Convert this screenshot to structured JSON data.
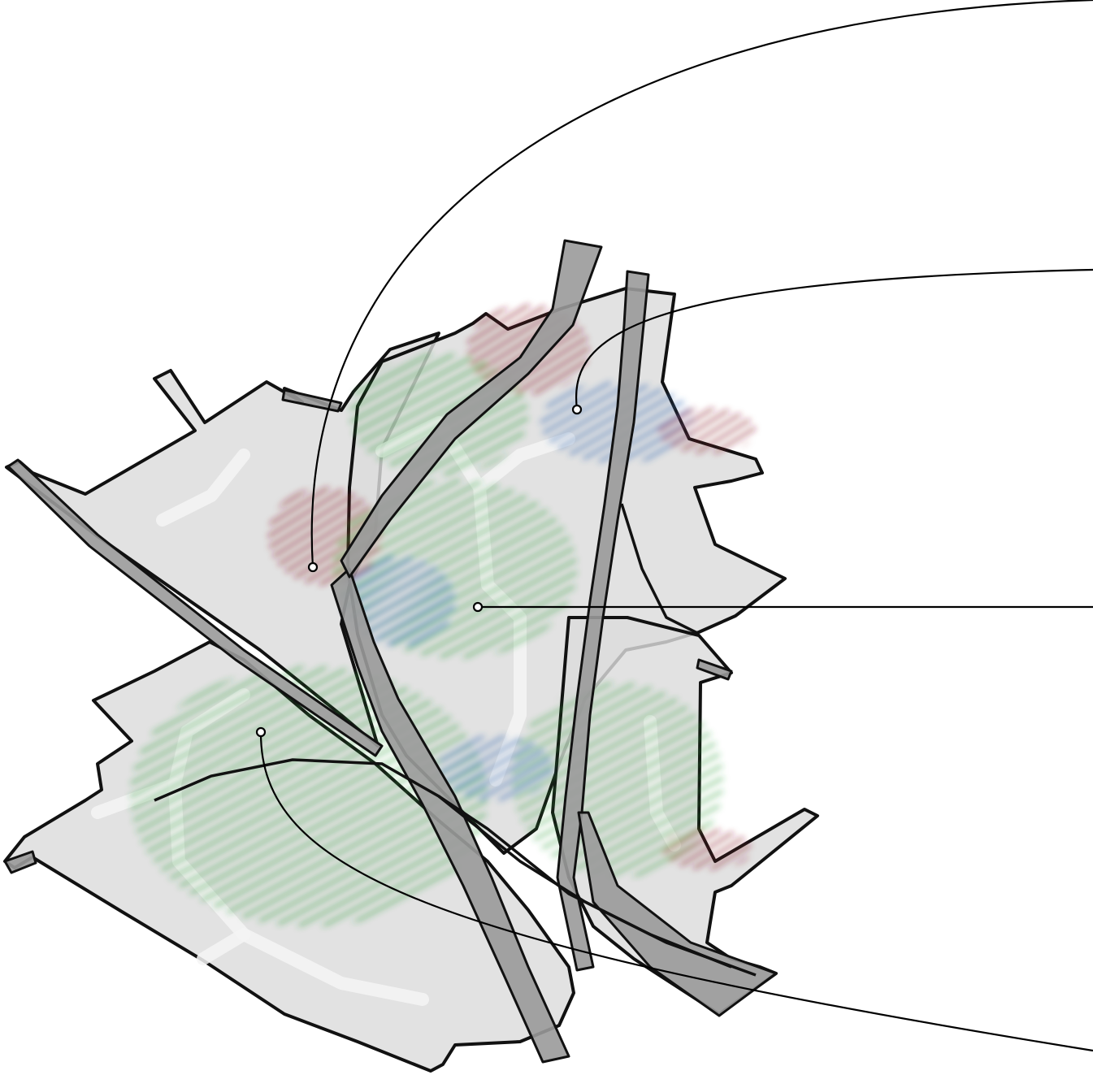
{
  "diagram": {
    "colors": {
      "background": "#ffffff",
      "plate": "#dcdcdc",
      "plate_outline": "#111111",
      "strip": "#9a9a9a",
      "road": "#f4f4f4",
      "contour_green": "#2f9e3a",
      "contour_blue": "#3a6db5",
      "contour_red": "#8e1f2a",
      "leader": "#000000"
    },
    "plates": [
      {
        "name": "lower-plate"
      },
      {
        "name": "middle-left-plate"
      },
      {
        "name": "upper-plate"
      },
      {
        "name": "right-plate"
      }
    ],
    "strips": [
      {
        "name": "left-rail-strip"
      },
      {
        "name": "central-spine-strip"
      },
      {
        "name": "upper-spine-strip"
      },
      {
        "name": "tall-right-strip"
      },
      {
        "name": "lower-right-wedge-strip"
      }
    ],
    "contour_fields": [
      {
        "name": "green-field-upper",
        "color": "contour_green"
      },
      {
        "name": "green-field-middle",
        "color": "contour_green"
      },
      {
        "name": "green-field-lower",
        "color": "contour_green"
      },
      {
        "name": "green-field-right",
        "color": "contour_green"
      },
      {
        "name": "blue-field-center",
        "color": "contour_blue"
      },
      {
        "name": "blue-field-upper-right",
        "color": "contour_blue"
      },
      {
        "name": "blue-field-lower",
        "color": "contour_blue"
      },
      {
        "name": "red-field-top",
        "color": "contour_red"
      },
      {
        "name": "red-field-left",
        "color": "contour_red"
      },
      {
        "name": "red-field-right",
        "color": "contour_red"
      },
      {
        "name": "red-field-bottom-right",
        "color": "contour_red"
      }
    ],
    "leaders": [
      {
        "name": "leader-top"
      },
      {
        "name": "leader-upper-right"
      },
      {
        "name": "leader-middle"
      },
      {
        "name": "leader-bottom"
      }
    ]
  }
}
